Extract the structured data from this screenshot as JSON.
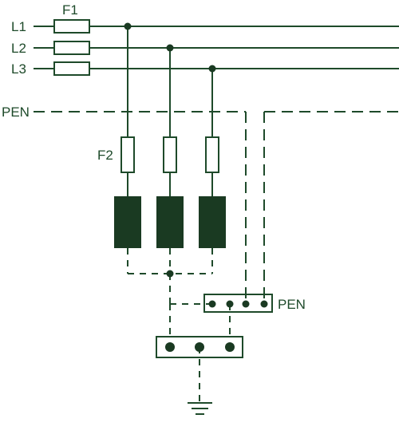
{
  "labels": {
    "l1": "L1",
    "l2": "L2",
    "l3": "L3",
    "pen_line": "PEN",
    "fuse_main": "F1",
    "fuse_branch": "F2",
    "pen_terminal": "PEN"
  },
  "colors": {
    "line": "#1e4a2a",
    "fill": "#1a3a22",
    "background": "#ffffff"
  },
  "icons": {
    "ground": "ground-symbol-icon"
  }
}
